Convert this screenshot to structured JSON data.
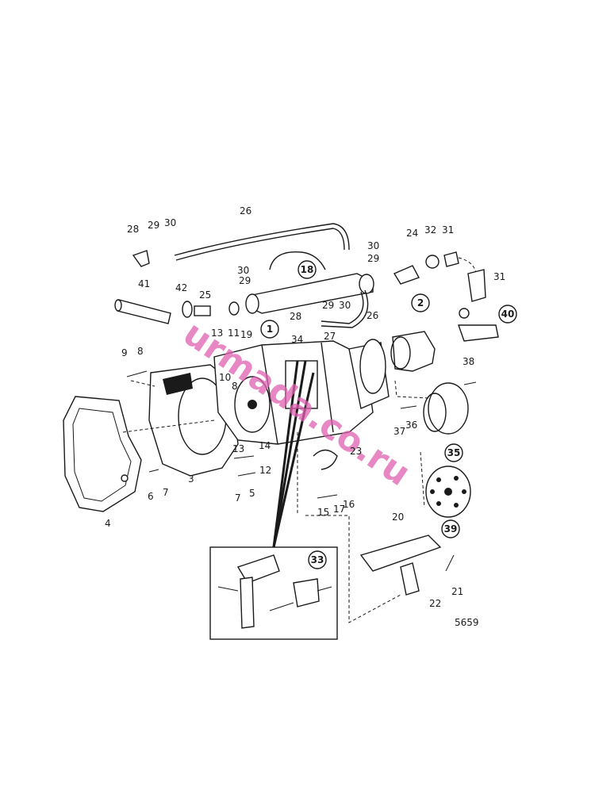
{
  "diagram": {
    "drawing_number": "5659",
    "watermark": "urmada.co.ru",
    "part_labels": [
      "1",
      "2",
      "3",
      "4",
      "5",
      "6",
      "7",
      "8",
      "9",
      "10",
      "11",
      "12",
      "13",
      "14",
      "15",
      "16",
      "17",
      "18",
      "19",
      "20",
      "21",
      "22",
      "23",
      "24",
      "25",
      "26",
      "27",
      "28",
      "29",
      "30",
      "31",
      "32",
      "33",
      "34",
      "35",
      "36",
      "37",
      "38",
      "39",
      "40",
      "41",
      "42"
    ],
    "circled_labels": [
      "1",
      "2",
      "18",
      "33",
      "35",
      "39",
      "40"
    ]
  }
}
